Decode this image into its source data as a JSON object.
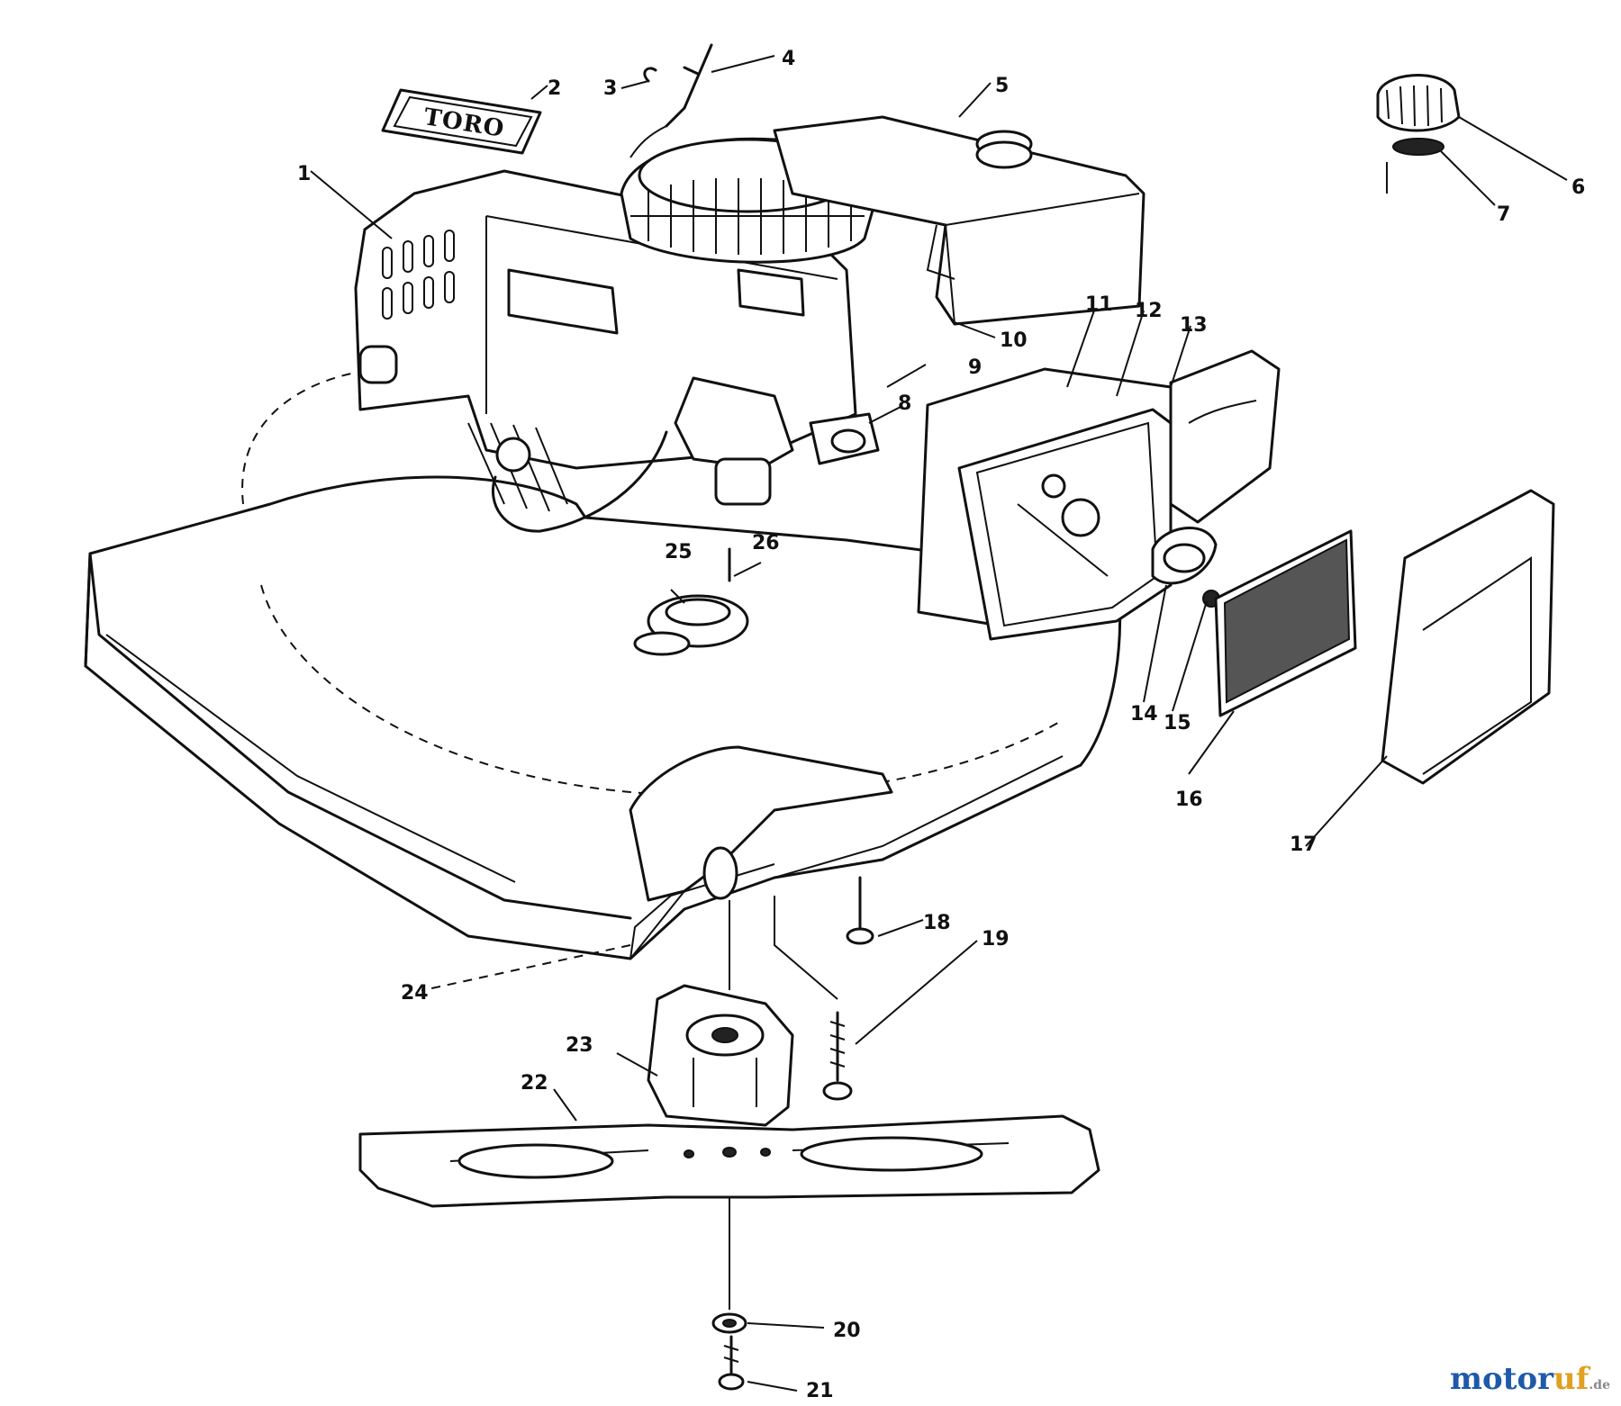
{
  "diagram": {
    "logo_text": "TORO",
    "callouts": [
      "1",
      "2",
      "3",
      "4",
      "5",
      "6",
      "7",
      "8",
      "9",
      "10",
      "11",
      "12",
      "13",
      "14",
      "15",
      "16",
      "17",
      "18",
      "19",
      "20",
      "21",
      "22",
      "23",
      "24",
      "25",
      "26"
    ]
  },
  "watermark": {
    "main": "motoruf",
    "suffix": ".de",
    "accent_color": "#1e5aa8",
    "second_color": "#e0a020"
  }
}
